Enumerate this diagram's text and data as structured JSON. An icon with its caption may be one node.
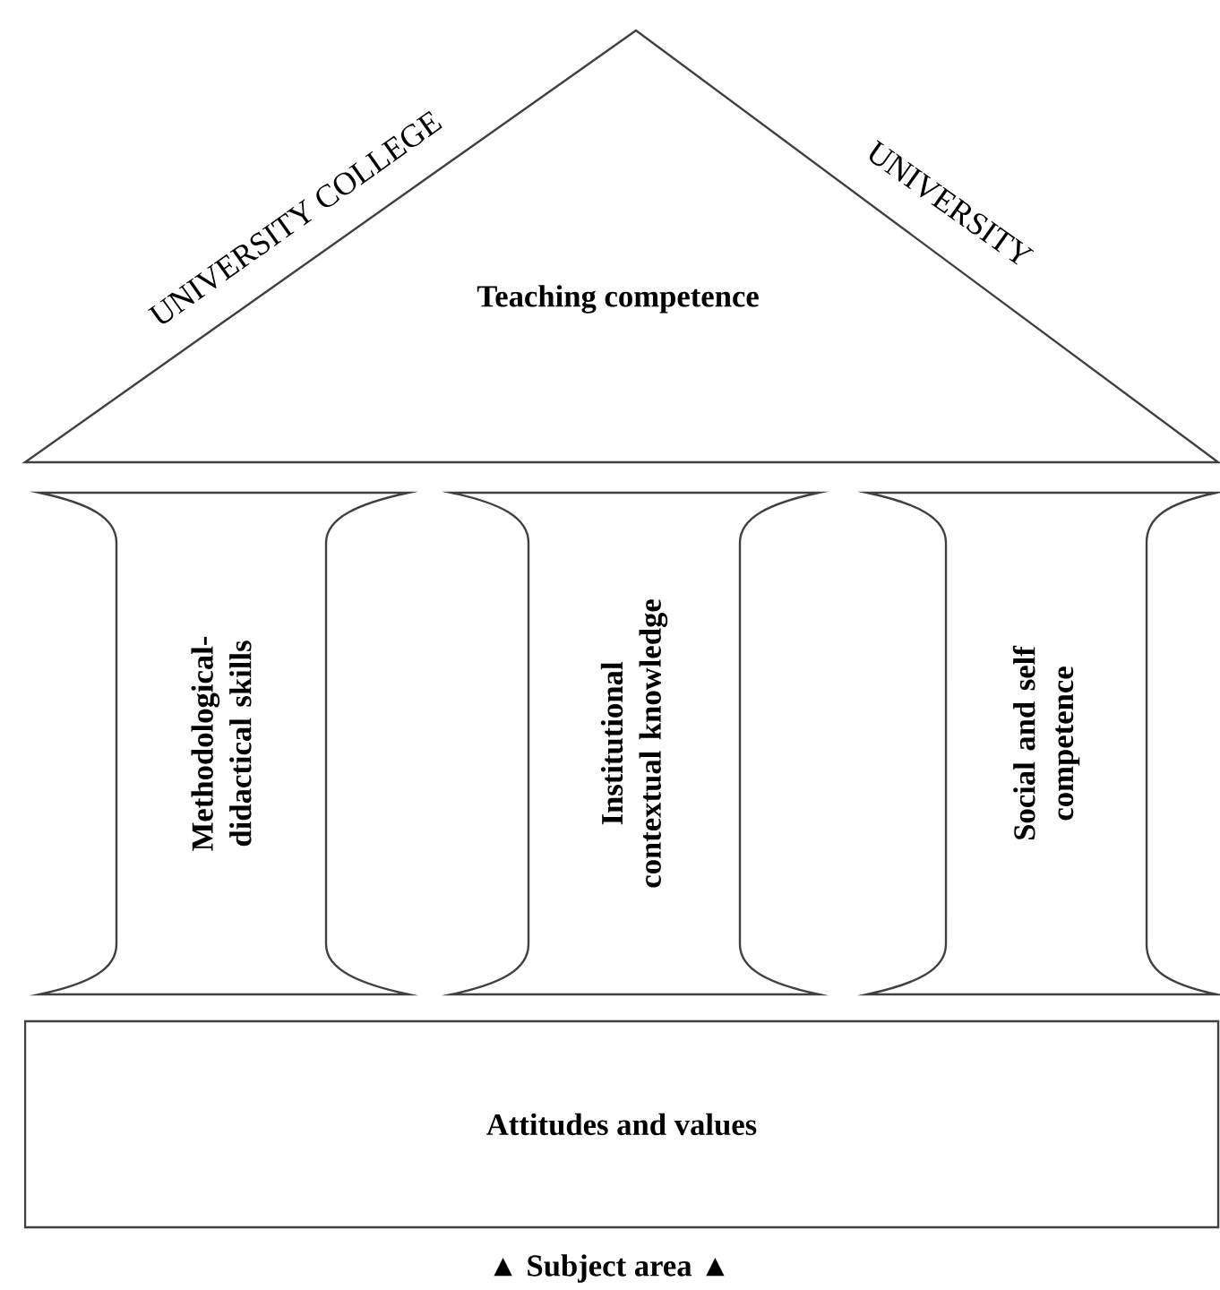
{
  "diagram": {
    "nodes": [
      {
        "text": [
          "Teaching competence"
        ]
      },
      {
        "text": [
          "Methodological-didactical skills"
        ]
      },
      {
        "text": [
          "Institutional contextual knowledge"
        ]
      },
      {
        "text": [
          "Social and self competence"
        ]
      },
      {
        "text": [
          "Attitudes and values"
        ]
      }
    ],
    "labels": [
      "UNIVERSITY COLLEGE",
      "UNIVERSITY",
      "▲ Subject area ▲"
    ]
  }
}
